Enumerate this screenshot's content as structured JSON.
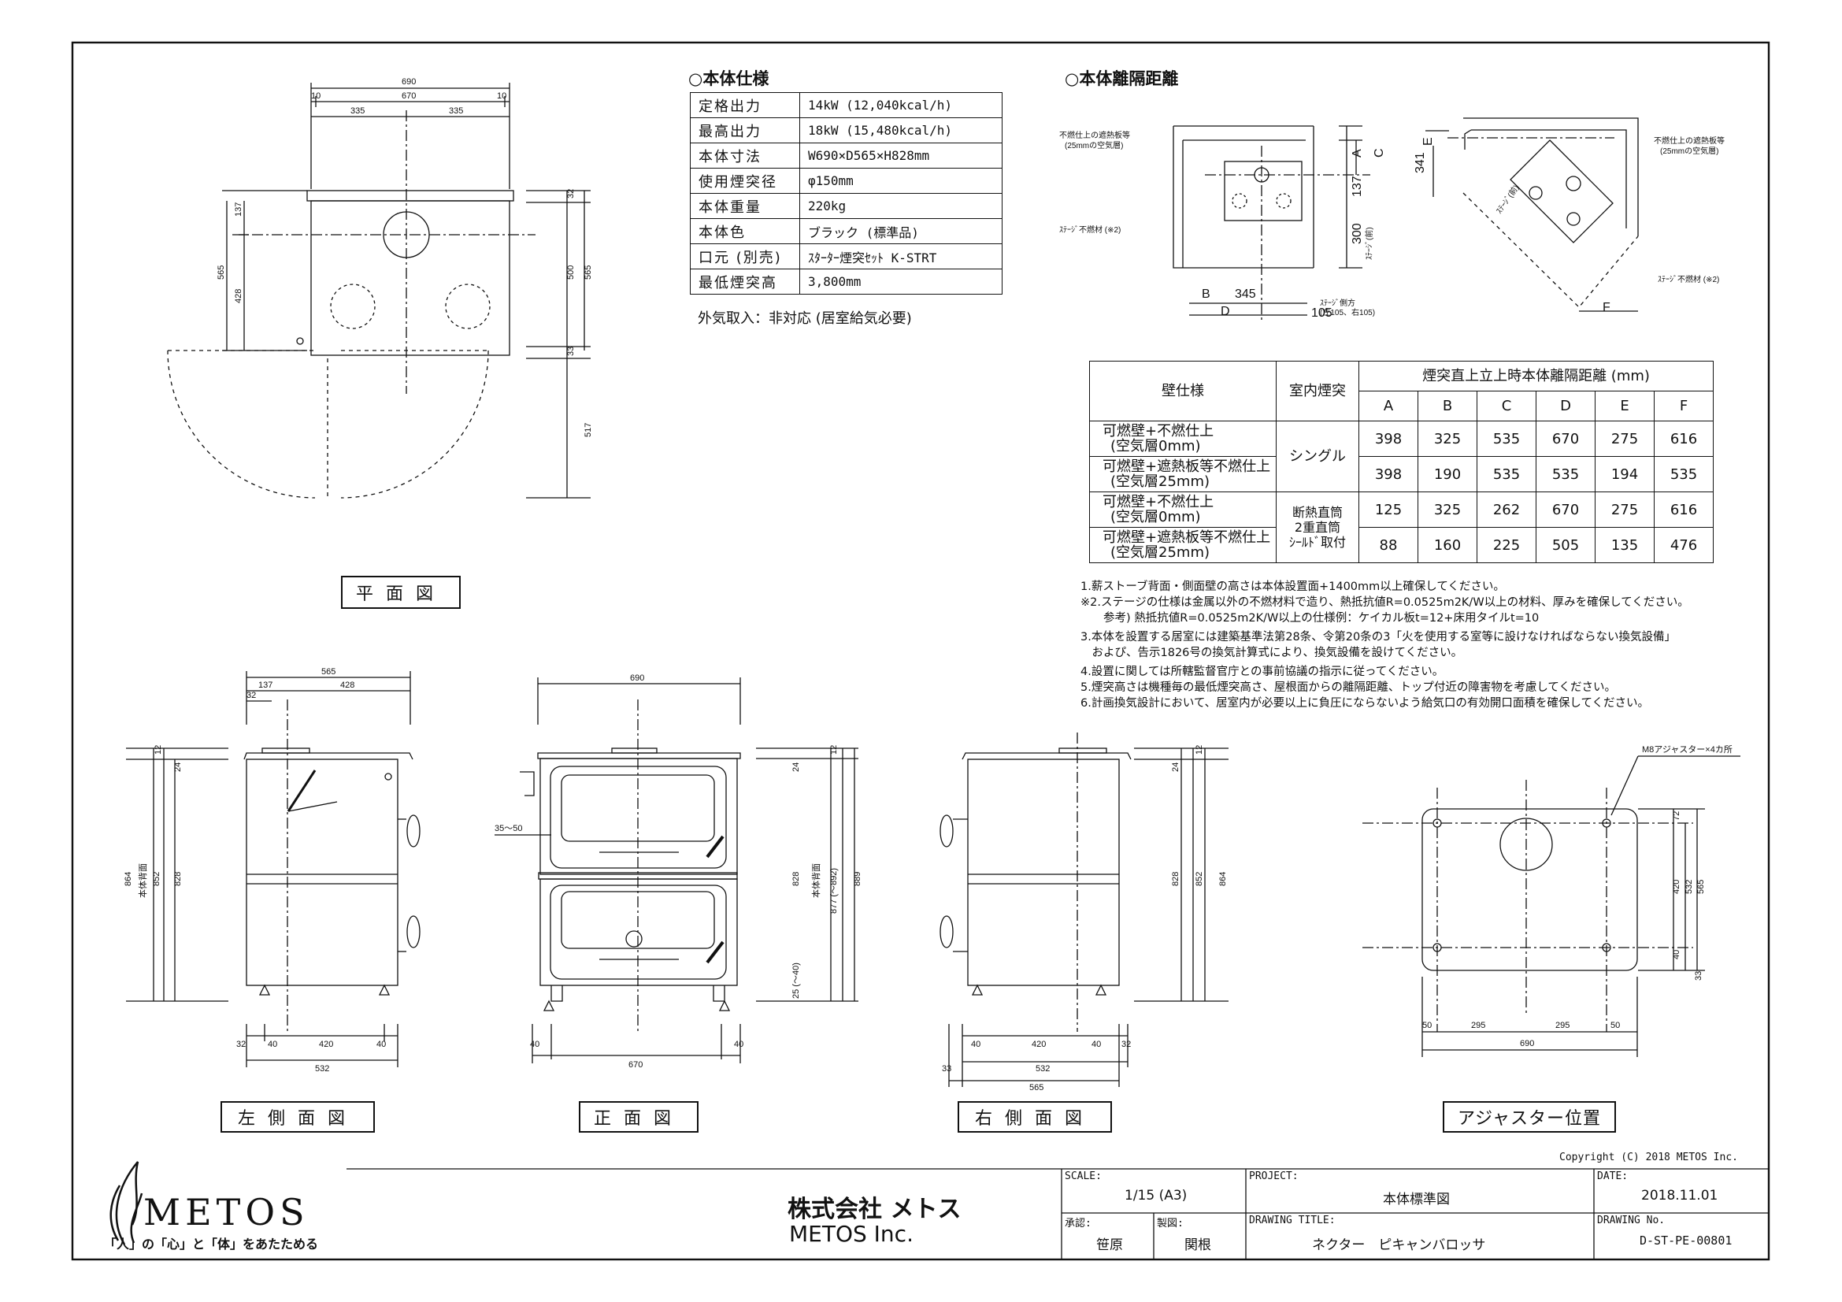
{
  "spec": {
    "heading": "○本体仕様",
    "rows": [
      {
        "label": "定格出力",
        "value": "14kW (12,040kcal/h)"
      },
      {
        "label": "最高出力",
        "value": "18kW (15,480kcal/h)"
      },
      {
        "label": "本体寸法",
        "value": "W690×D565×H828mm"
      },
      {
        "label": "使用煙突径",
        "value": "φ150mm"
      },
      {
        "label": "本体重量",
        "value": "220kg"
      },
      {
        "label": "本体色",
        "value": "ブラック (標準品)"
      },
      {
        "label": "口元 (別売)",
        "value": "ｽﾀｰﾀｰ煙突ｾｯﾄ K-STRT"
      },
      {
        "label": "最低煙突高",
        "value": "3,800mm"
      }
    ],
    "note": "外気取入：非対応 (居室給気必要)"
  },
  "clearance": {
    "heading": "○本体離隔距離",
    "wall_label_1": "不燃仕上の遮熱板等",
    "wall_label_2": "(25mmの空気層)",
    "stage_label": "ｽﾃｰｼﾞ不燃材 (※2)",
    "stage_side": "ｽﾃｰｼﾞ側方",
    "stage_side_2": "(左105、右105)",
    "stage_front": "ｽﾃｰｼﾞ(前)",
    "dims": {
      "b": "B",
      "d": "D",
      "w345": "345",
      "w105": "105",
      "a": "A",
      "c": "C",
      "e": "E",
      "f": "F",
      "h137": "137",
      "h300": "300",
      "h341": "341"
    }
  },
  "distance_table": {
    "h_wall": "壁仕様",
    "h_chimney": "室内煙突",
    "h_group": "煙突直上立上時本体離隔距離 (mm)",
    "cols": [
      "A",
      "B",
      "C",
      "D",
      "E",
      "F"
    ],
    "rows": [
      {
        "wall1": "可燃壁+不燃仕上",
        "wall2": "(空気層0mm)",
        "values": [
          "398",
          "325",
          "535",
          "670",
          "275",
          "616"
        ]
      },
      {
        "wall1": "可燃壁+遮熱板等不燃仕上",
        "wall2": "(空気層25mm)",
        "values": [
          "398",
          "190",
          "535",
          "535",
          "194",
          "535"
        ]
      },
      {
        "wall1": "可燃壁+不燃仕上",
        "wall2": "(空気層0mm)",
        "values": [
          "125",
          "325",
          "262",
          "670",
          "275",
          "616"
        ]
      },
      {
        "wall1": "可燃壁+遮熱板等不燃仕上",
        "wall2": "(空気層25mm)",
        "values": [
          "88",
          "160",
          "225",
          "505",
          "135",
          "476"
        ]
      }
    ],
    "chimney_single": "シングル",
    "chimney_insulated_1": "断熱直筒",
    "chimney_insulated_2": "2重直筒",
    "chimney_insulated_3": "ｼｰﾙﾄﾞ取付"
  },
  "notes": [
    "1.薪ストーブ背面・側面壁の高さは本体設置面+1400mm以上確保してください。",
    "※2.ステージの仕様は金属以外の不燃材料で造り、熱抵抗値R=0.0525m2K/W以上の材料、厚みを確保してください。",
    "　　参考) 熱抵抗値R=0.0525m2K/W以上の仕様例：ケイカル板t=12+床用タイルt=10",
    "3.本体を設置する居室には建築基準法第28条、令第20条の3「火を使用する室等に設けなければならない換気設備」",
    "　およぴ、告示1826号の換気計算式により、換気設備を設けてください。",
    "4.設置に関しては所轄監督官庁との事前協議の指示に従ってください。",
    "5.煙突高さは機種毎の最低煙突高さ、屋根面からの離隔距離、トップ付近の障害物を考慮してください。",
    "6.計画換気設計において、居室内が必要以上に負圧にならないよう給気口の有効開口面積を確保してください。"
  ],
  "views": {
    "plan": "平面図",
    "left": "左側面図",
    "front": "正面図",
    "right": "右側面図",
    "adjuster": "アジャスター位置"
  },
  "plan_dims": {
    "w690": "690",
    "w670": "670",
    "w10a": "10",
    "w10b": "10",
    "w335a": "335",
    "w335b": "335",
    "h137": "137",
    "h565": "565",
    "h428": "428",
    "h32": "32",
    "h500": "500",
    "h565r": "565",
    "h33": "33",
    "h517": "517"
  },
  "left_dims": {
    "w565": "565",
    "w137": "137",
    "w428": "428",
    "w32": "32",
    "h12": "12",
    "h24": "24",
    "h864": "864",
    "body_h": "本体背面",
    "h852": "852",
    "h828": "828",
    "b32": "32",
    "b40a": "40",
    "b420": "420",
    "b40b": "40",
    "b532": "532"
  },
  "front_dims": {
    "w690": "690",
    "w35_50": "35～50",
    "h12": "12",
    "h24": "24",
    "h828": "828",
    "body_h": "本体背面",
    "h877": "877 (～892)",
    "h889": "889",
    "h25": "25 (～40)",
    "b40a": "40",
    "b670": "670",
    "b40b": "40"
  },
  "right_dims": {
    "h12": "12",
    "h24": "24",
    "h828": "828",
    "h852": "852",
    "h864": "864",
    "b40a": "40",
    "b420": "420",
    "b40b": "40",
    "b32": "32",
    "b33": "33",
    "b532": "532",
    "b565": "565"
  },
  "adjuster_dims": {
    "note": "M8アジャスター×4カ所",
    "h72": "72",
    "h420": "420",
    "h532": "532",
    "h565": "565",
    "h40": "40",
    "h33": "33",
    "b50a": "50",
    "b295a": "295",
    "b295b": "295",
    "b50b": "50",
    "b690": "690"
  },
  "title_block": {
    "copyright": "Copyright (C) 2018 METOS Inc.",
    "brand": "METOS",
    "slogan": "「人」の「心」と「体」をあたためる",
    "company_jp": "株式会社 メトス",
    "company_en": "METOS Inc.",
    "scale_label": "SCALE:",
    "scale_value": "1/15 (A3)",
    "project_label": "PROJECT:",
    "project_value": "本体標準図",
    "date_label": "DATE:",
    "date_value": "2018.11.01",
    "approved_label": "承認:",
    "approved_value": "笹原",
    "drawn_label": "製図:",
    "drawn_value": "関根",
    "title_label": "DRAWING TITLE:",
    "title_value": "ネクター　ピキャンバロッサ",
    "no_label": "DRAWING No.",
    "no_value": "D-ST-PE-00801"
  }
}
